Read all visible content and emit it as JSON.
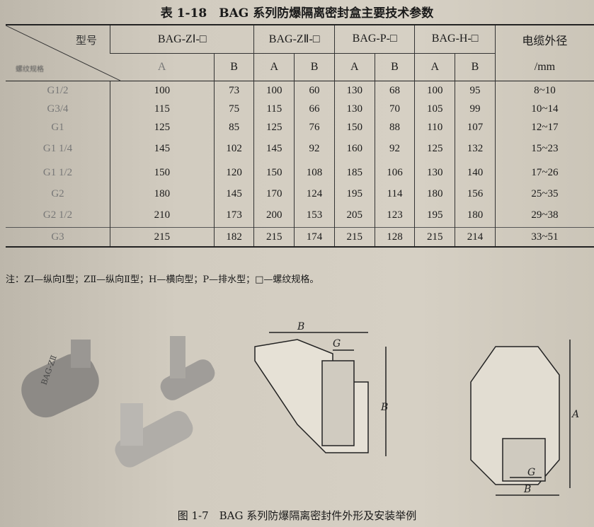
{
  "title": "表 1-18　BAG 系列防爆隔离密封盒主要技术参数",
  "table": {
    "corner_top": "型号",
    "corner_bottom": "螺纹规格",
    "models": [
      "BAG-ZⅠ-□",
      "BAG-ZⅡ-□",
      "BAG-P-□",
      "BAG-H-□"
    ],
    "cable_header": "电缆外径",
    "cable_unit": "/mm",
    "sub": [
      "A",
      "B",
      "A",
      "B",
      "A",
      "B",
      "A",
      "B"
    ],
    "rows": [
      {
        "spec": "G1/2",
        "v": [
          "100",
          "73",
          "100",
          "60",
          "130",
          "68",
          "100",
          "95"
        ],
        "d": "8~10"
      },
      {
        "spec": "G3/4",
        "v": [
          "115",
          "75",
          "115",
          "66",
          "130",
          "70",
          "105",
          "99"
        ],
        "d": "10~14"
      },
      {
        "spec": "G1",
        "v": [
          "125",
          "85",
          "125",
          "76",
          "150",
          "88",
          "110",
          "107"
        ],
        "d": "12~17"
      },
      {
        "spec": "G1 1/4",
        "v": [
          "145",
          "102",
          "145",
          "92",
          "160",
          "92",
          "125",
          "132"
        ],
        "d": "15~23"
      },
      {
        "spec": "G1 1/2",
        "v": [
          "150",
          "120",
          "150",
          "108",
          "185",
          "106",
          "130",
          "140"
        ],
        "d": "17~26"
      },
      {
        "spec": "G2",
        "v": [
          "180",
          "145",
          "170",
          "124",
          "195",
          "114",
          "180",
          "156"
        ],
        "d": "25~35"
      },
      {
        "spec": "G2 1/2",
        "v": [
          "210",
          "173",
          "200",
          "153",
          "205",
          "123",
          "195",
          "180"
        ],
        "d": "29~38"
      },
      {
        "spec": "G3",
        "v": [
          "215",
          "182",
          "215",
          "174",
          "215",
          "128",
          "215",
          "214"
        ],
        "d": "33~51"
      }
    ]
  },
  "note": "注：ZⅠ—纵向Ⅰ型；ZⅡ—纵向Ⅱ型；H—横向型；P—排水型；□—螺纹规格。",
  "figure": {
    "labels": {
      "b1": "B",
      "g1": "G",
      "b2": "B",
      "a": "A",
      "g2": "G",
      "b3": "B"
    },
    "product_text": "BAG-ZⅡ",
    "caption": "图 1-7　BAG 系列防爆隔离密封件外形及安装举例"
  }
}
